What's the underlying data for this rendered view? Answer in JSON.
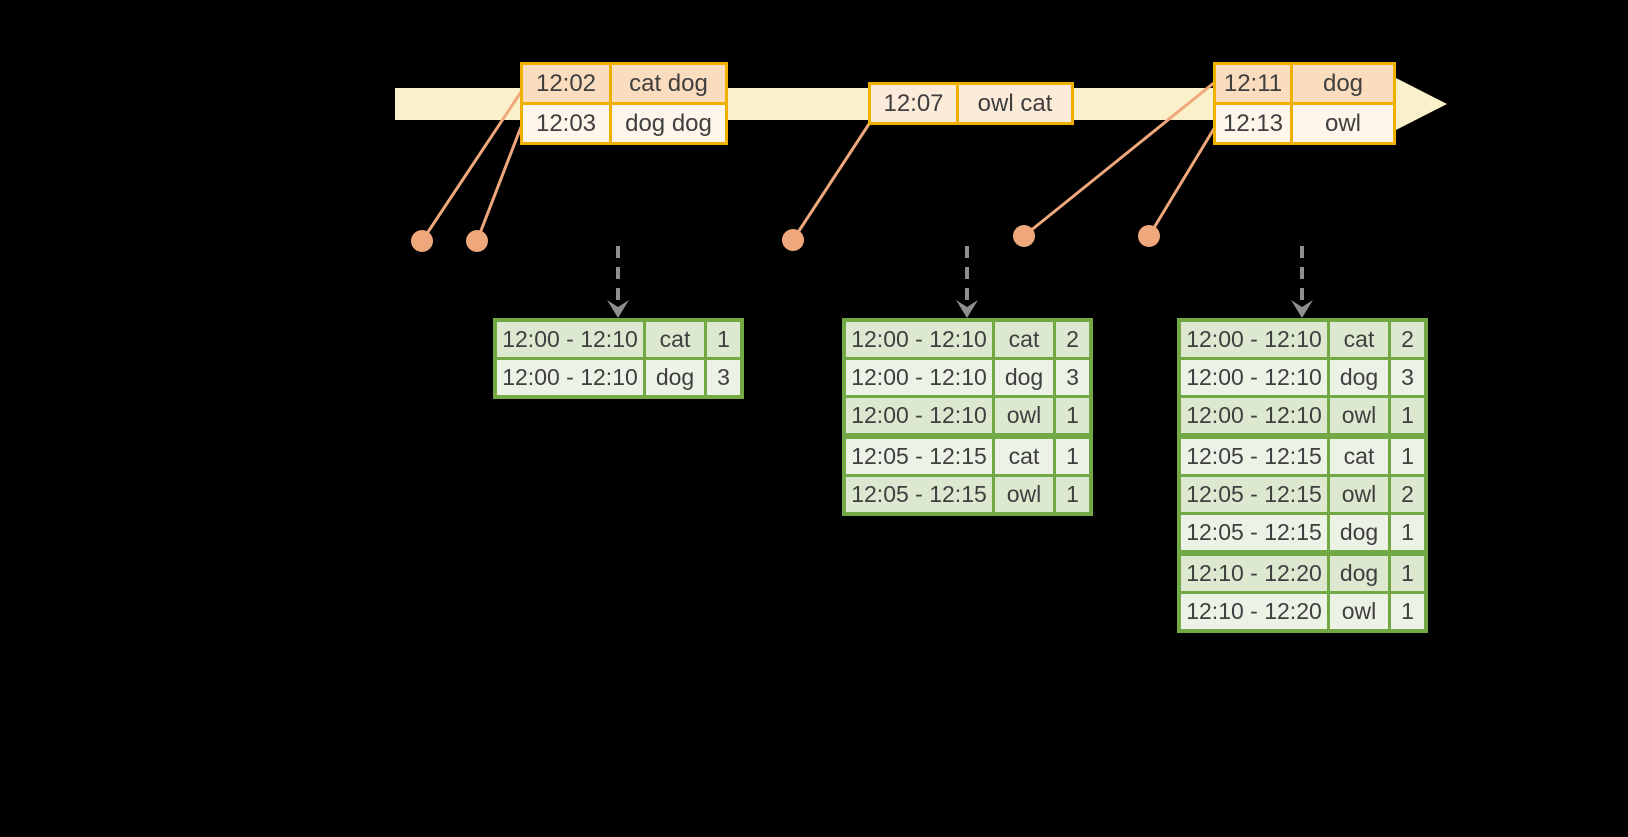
{
  "colors": {
    "background": "#000000",
    "timeline_fill": "#FAF0C9",
    "event_border": "#F0B000",
    "event_fill_peach": "#FADDBE",
    "event_fill_cream": "#FEF6EA",
    "event_fill_mid": "#FBEBD8",
    "connector": "#EFA87C",
    "trigger_arrow": "#8F8F8F",
    "table_border": "#72A944",
    "table_fill_odd": "#DCE8D0",
    "table_fill_even": "#EDF2E6",
    "text": "#3F3F3F"
  },
  "event_boxes": [
    {
      "rows": [
        {
          "time": "12:02",
          "words": "cat dog"
        },
        {
          "time": "12:03",
          "words": "dog dog"
        }
      ]
    },
    {
      "rows": [
        {
          "time": "12:07",
          "words": "owl cat"
        }
      ]
    },
    {
      "rows": [
        {
          "time": "12:11",
          "words": "dog"
        },
        {
          "time": "12:13",
          "words": "owl"
        }
      ]
    }
  ],
  "result_tables": [
    {
      "rows": [
        {
          "window": "12:00 - 12:10",
          "word": "cat",
          "count": "1"
        },
        {
          "window": "12:00 - 12:10",
          "word": "dog",
          "count": "3"
        }
      ]
    },
    {
      "rows": [
        {
          "window": "12:00 - 12:10",
          "word": "cat",
          "count": "2"
        },
        {
          "window": "12:00 - 12:10",
          "word": "dog",
          "count": "3"
        },
        {
          "window": "12:00 - 12:10",
          "word": "owl",
          "count": "1"
        },
        {
          "window": "12:05 - 12:15",
          "word": "cat",
          "count": "1"
        },
        {
          "window": "12:05 - 12:15",
          "word": "owl",
          "count": "1"
        }
      ]
    },
    {
      "rows": [
        {
          "window": "12:00 - 12:10",
          "word": "cat",
          "count": "2"
        },
        {
          "window": "12:00 - 12:10",
          "word": "dog",
          "count": "3"
        },
        {
          "window": "12:00 - 12:10",
          "word": "owl",
          "count": "1"
        },
        {
          "window": "12:05 - 12:15",
          "word": "cat",
          "count": "1"
        },
        {
          "window": "12:05 - 12:15",
          "word": "owl",
          "count": "2"
        },
        {
          "window": "12:05 - 12:15",
          "word": "dog",
          "count": "1"
        },
        {
          "window": "12:10 - 12:20",
          "word": "dog",
          "count": "1"
        },
        {
          "window": "12:10 - 12:20",
          "word": "owl",
          "count": "1"
        }
      ]
    }
  ]
}
